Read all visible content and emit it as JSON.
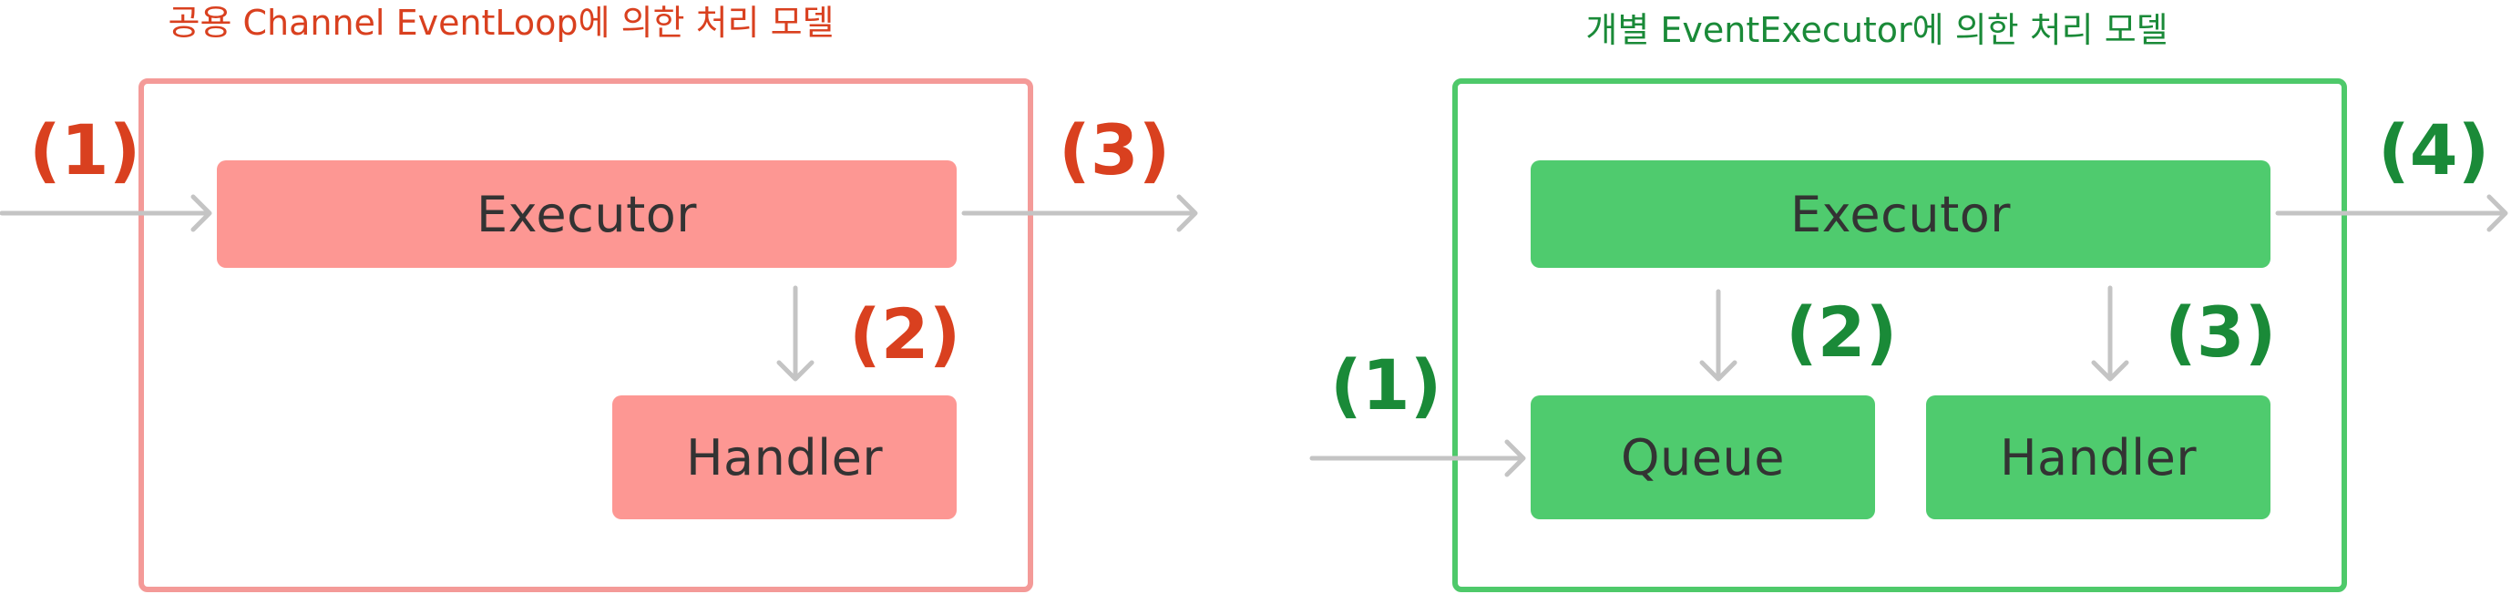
{
  "colors": {
    "red_accent": "#d9401f",
    "red_frame": "#f49a98",
    "red_box": "#fd9793",
    "green_accent": "#1a8a38",
    "green_frame": "#4ec96a",
    "green_box": "#4fcb6e",
    "arrow": "#c4c4c4",
    "box_text": "#333333"
  },
  "left_model": {
    "title": "공용 Channel EventLoop에 의한 처리 모델",
    "executor_label": "Executor",
    "handler_label": "Handler",
    "step1": "(1)",
    "step2": "(2)",
    "step3": "(3)"
  },
  "right_model": {
    "title": "개별 EventExecutor에 의한 처리 모델",
    "executor_label": "Executor",
    "queue_label": "Queue",
    "handler_label": "Handler",
    "step1": "(1)",
    "step2": "(2)",
    "step3": "(3)",
    "step4": "(4)"
  }
}
